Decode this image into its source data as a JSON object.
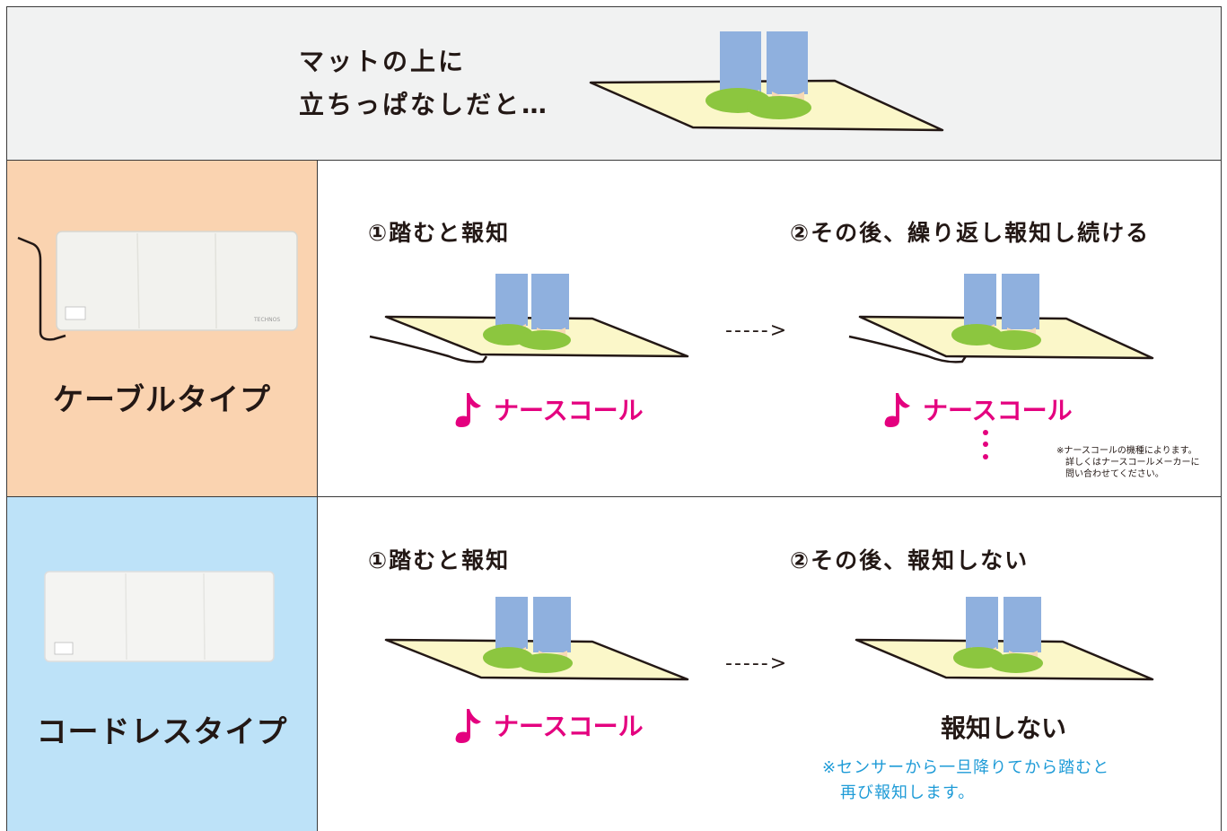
{
  "header": {
    "line1": "マットの上に",
    "line2": "立ちっぱなしだと…"
  },
  "cable_row": {
    "type_label": "ケーブルタイプ",
    "step1": "①踏むと報知",
    "step2": "②その後、繰り返し報知し続ける",
    "nurse_call_1": "ナースコール",
    "nurse_call_2": "ナースコール",
    "arrow": "----->",
    "note_line1": "※ナースコールの機種によります。",
    "note_line2": "詳しくはナースコールメーカーに",
    "note_line3": "問い合わせてください。",
    "product_brand": "TECHNOS"
  },
  "cordless_row": {
    "type_label": "コードレスタイプ",
    "step1": "①踏むと報知",
    "step2": "②その後、報知しない",
    "nurse_call_1": "ナースコール",
    "arrow": "----->",
    "no_notify": "報知しない",
    "note_line1": "※センサーから一旦降りてから踏むと",
    "note_line2": "再び報知します。"
  },
  "colors": {
    "cable_bg": "#fad3b0",
    "cordless_bg": "#bde2f8",
    "header_bg": "#f1f2f2",
    "mat": "#fbf7c9",
    "leg": "#8fb0de",
    "shoe": "#8cc63f",
    "nurse_pink": "#e4007f",
    "note_blue": "#1e9bd7"
  },
  "icons": [
    "music-note-icon",
    "vertical-dots-icon",
    "dashed-arrow-icon"
  ]
}
